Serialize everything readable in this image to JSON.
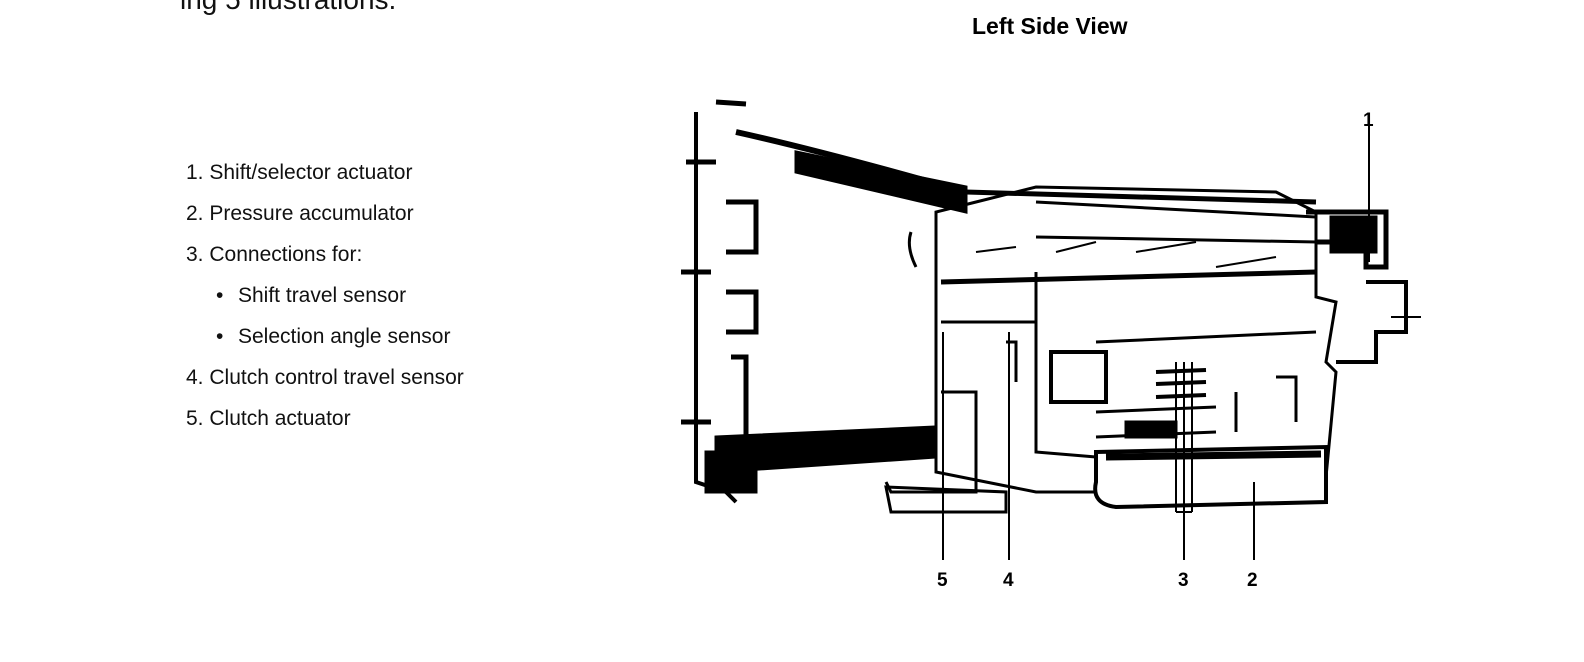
{
  "top_text": "ing 5 illustrations.",
  "view_title": "Left Side View",
  "legend": [
    {
      "num": "1.",
      "label": "Shift/selector actuator"
    },
    {
      "num": "2.",
      "label": "Pressure accumulator"
    },
    {
      "num": "3.",
      "label": "Connections for:"
    },
    {
      "bullet": "•",
      "label": "Shift travel sensor"
    },
    {
      "bullet": "•",
      "label": "Selection angle sensor"
    },
    {
      "num": "4.",
      "label": "Clutch control travel sensor"
    },
    {
      "num": "5.",
      "label": "Clutch actuator"
    }
  ],
  "callouts": [
    "1",
    "2",
    "3",
    "4",
    "5"
  ]
}
